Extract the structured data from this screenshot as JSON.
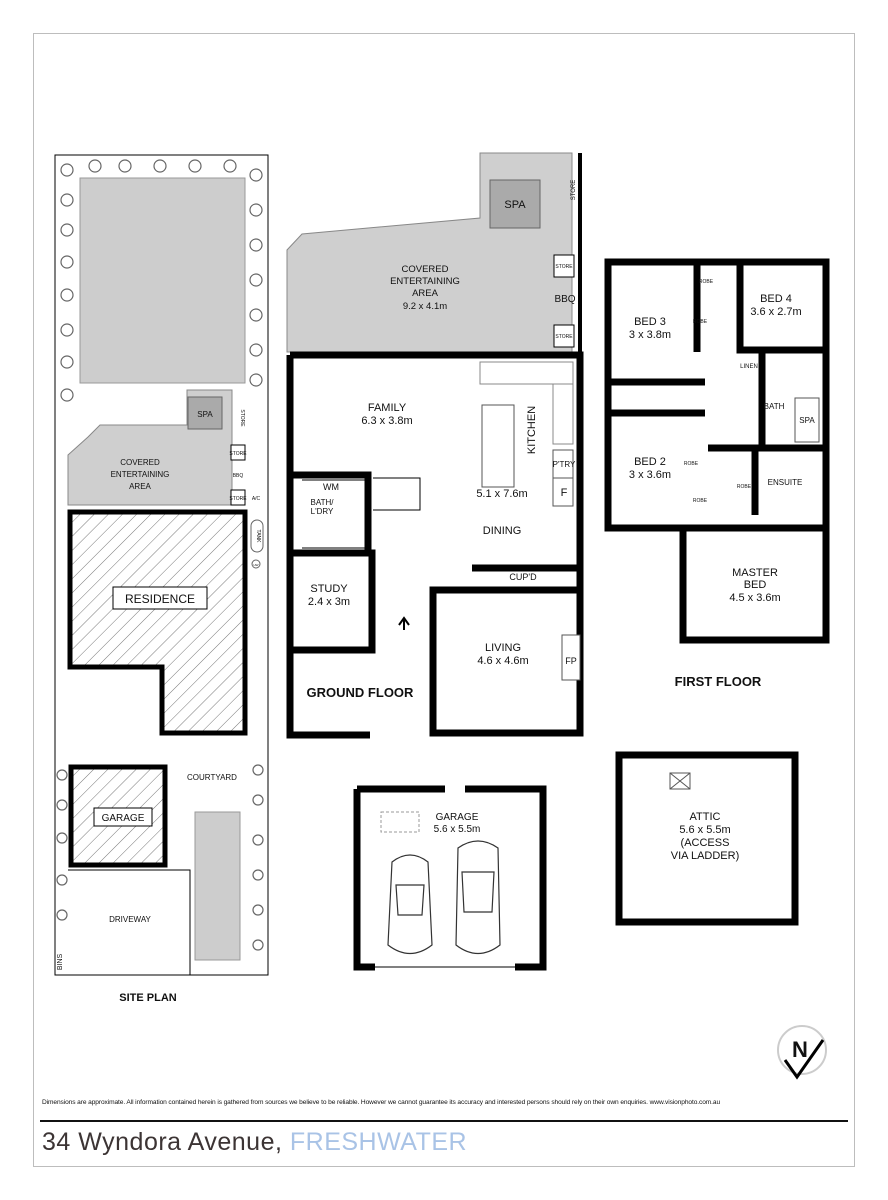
{
  "site_plan": {
    "title": "SITE PLAN",
    "spa": "SPA",
    "store": "STORE",
    "bbq": "BBQ",
    "ac": "A/C",
    "tank": "TANK",
    "hw": "HW",
    "covered_area": [
      "COVERED",
      "ENTERTAINING",
      "AREA"
    ],
    "residence": "RESIDENCE",
    "garage": "GARAGE",
    "courtyard": "COURTYARD",
    "driveway": "DRIVEWAY",
    "bins": "BINS"
  },
  "ground_floor": {
    "title": "GROUND FLOOR",
    "covered_area": [
      "COVERED",
      "ENTERTAINING",
      "AREA",
      "9.2 x 4.1m"
    ],
    "spa": "SPA",
    "store": "STORE",
    "bbq": "BBQ",
    "family": [
      "FAMILY",
      "6.3 x 3.8m"
    ],
    "kitchen": "KITCHEN",
    "pantry": "P'TRY",
    "fridge": "F",
    "kitchen_dining_size": "5.1 x 7.6m",
    "dining": "DINING",
    "cupboard": "CUP'D",
    "wm": "WM",
    "bath_laundry": [
      "BATH/",
      "L'DRY"
    ],
    "study": [
      "STUDY",
      "2.4 x 3m"
    ],
    "living": [
      "LIVING",
      "4.6 x 4.6m"
    ],
    "fireplace": "FP"
  },
  "first_floor": {
    "title": "FIRST FLOOR",
    "bed3": [
      "BED 3",
      "3 x 3.8m"
    ],
    "bed4": [
      "BED 4",
      "3.6 x 2.7m"
    ],
    "bed2": [
      "BED 2",
      "3 x 3.6m"
    ],
    "robe": "ROBE",
    "linen": "LINEN",
    "bath": "BATH",
    "spa": "SPA",
    "ensuite": "ENSUITE",
    "master": [
      "MASTER",
      "BED",
      "4.5 x 3.6m"
    ]
  },
  "garage": [
    "GARAGE",
    "5.6 x 5.5m"
  ],
  "attic": [
    "ATTIC",
    "5.6 x 5.5m",
    "(ACCESS",
    "VIA LADDER)"
  ],
  "compass": "N",
  "footer": {
    "disclaimer": "Dimensions are approximate. All information contained herein is gathered from sources we believe to be reliable. However we cannot guarantee its accuracy and interested persons should rely on their own enquiries. www.visionphoto.com.au",
    "address": "34 Wyndora Avenue,",
    "suburb": "FRESHWATER",
    "suburb_color": "#a9c3e6"
  }
}
